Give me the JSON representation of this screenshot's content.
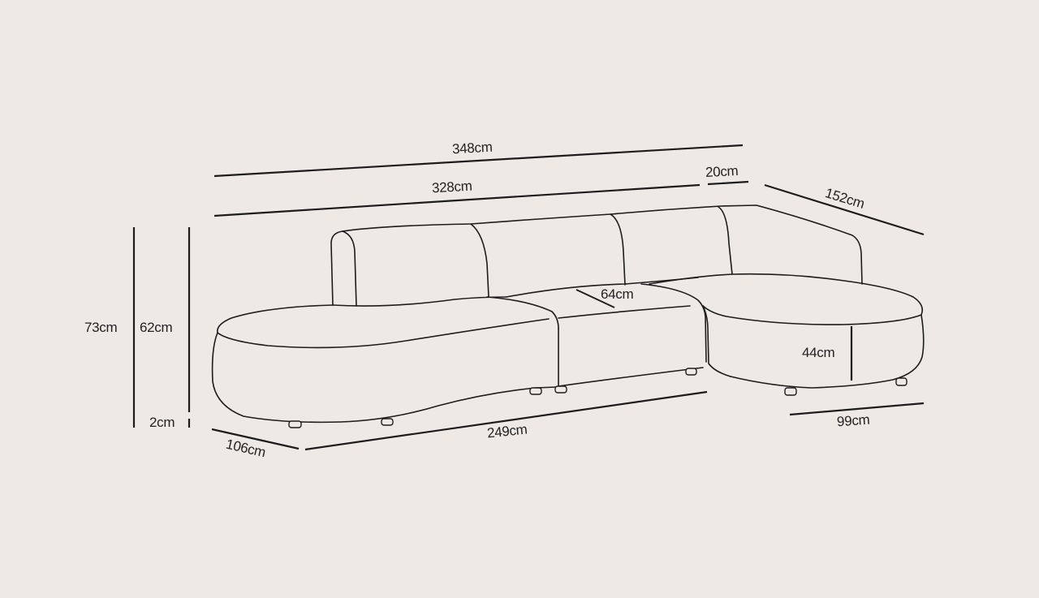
{
  "diagram": {
    "type": "sofa-dimension-drawing",
    "background_color": "#eee9e5",
    "line_color": "#1c1c1c",
    "dimensions": {
      "total_width": "348cm",
      "body_width": "328cm",
      "armrest_width": "20cm",
      "chaise_depth": "152cm",
      "total_height": "73cm",
      "backrest_height": "62cm",
      "leg_height": "2cm",
      "seat_depth": "64cm",
      "seat_height": "44cm",
      "front_length": "249cm",
      "left_depth": "106cm",
      "chaise_width": "99cm"
    }
  }
}
